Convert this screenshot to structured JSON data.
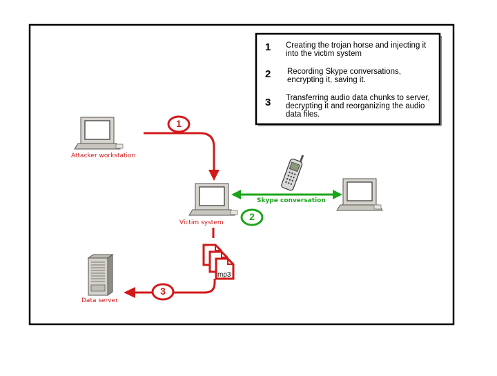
{
  "legend": {
    "items": [
      {
        "number": "1",
        "text": "Creating the trojan horse and injecting it into the victim system"
      },
      {
        "number": "2",
        "text": "Recording Skype conversations, encrypting it, saving it."
      },
      {
        "number": "3",
        "text": "Transferring audio data chunks to server, decrypting it and reorganizing the audio data files."
      }
    ]
  },
  "nodes": {
    "attacker": "Attacker workstation",
    "victim": "Victim system",
    "server": "Data server",
    "skype_link": "Skype conversation",
    "file_label": "mp3"
  },
  "steps": {
    "one": "1",
    "two": "2",
    "three": "3"
  },
  "colors": {
    "red": "#d11919",
    "green": "#1aa51a",
    "frame": "#000000"
  }
}
